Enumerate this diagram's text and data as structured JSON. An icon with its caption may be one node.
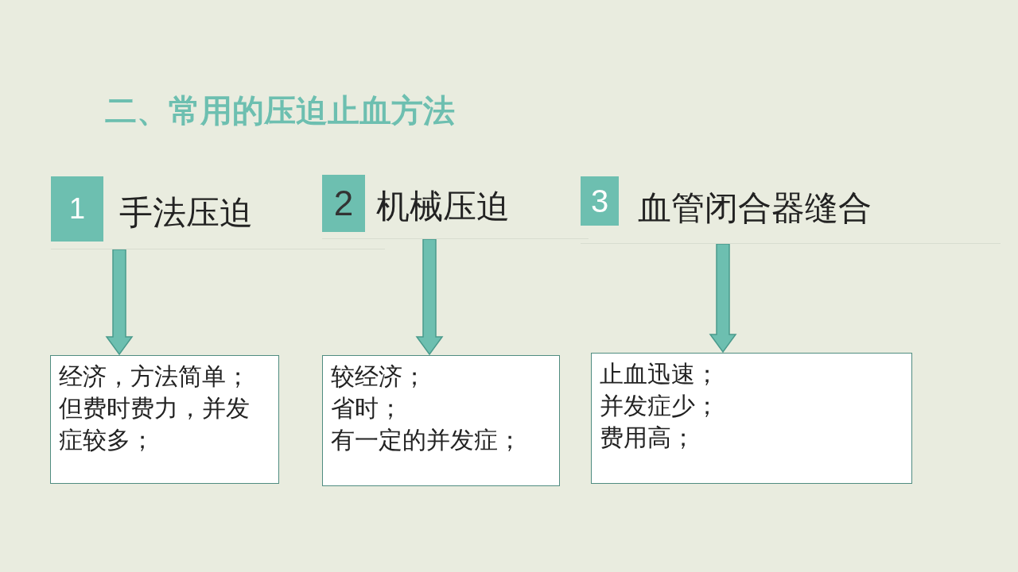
{
  "diagram": {
    "title": "二、常用的压迫止血方法",
    "nodes": [
      {
        "text": [
          "1",
          "手法压迫"
        ]
      },
      {
        "text": [
          "2",
          "机械压迫"
        ]
      },
      {
        "text": [
          "3",
          "血管闭合器缝合"
        ]
      },
      {
        "text": [
          "经济，方法简单；",
          "但费时费力，并发症较多；"
        ]
      },
      {
        "text": [
          "较经济；",
          "省时；",
          "有一定的并发症；"
        ]
      },
      {
        "text": [
          "止血迅速；",
          "并发症少；",
          "费用高；"
        ]
      }
    ],
    "edges": [
      {
        "from": 0,
        "to": 3,
        "arrow": "to"
      },
      {
        "from": 1,
        "to": 4,
        "arrow": "to"
      },
      {
        "from": 2,
        "to": 5,
        "arrow": "to"
      }
    ]
  }
}
